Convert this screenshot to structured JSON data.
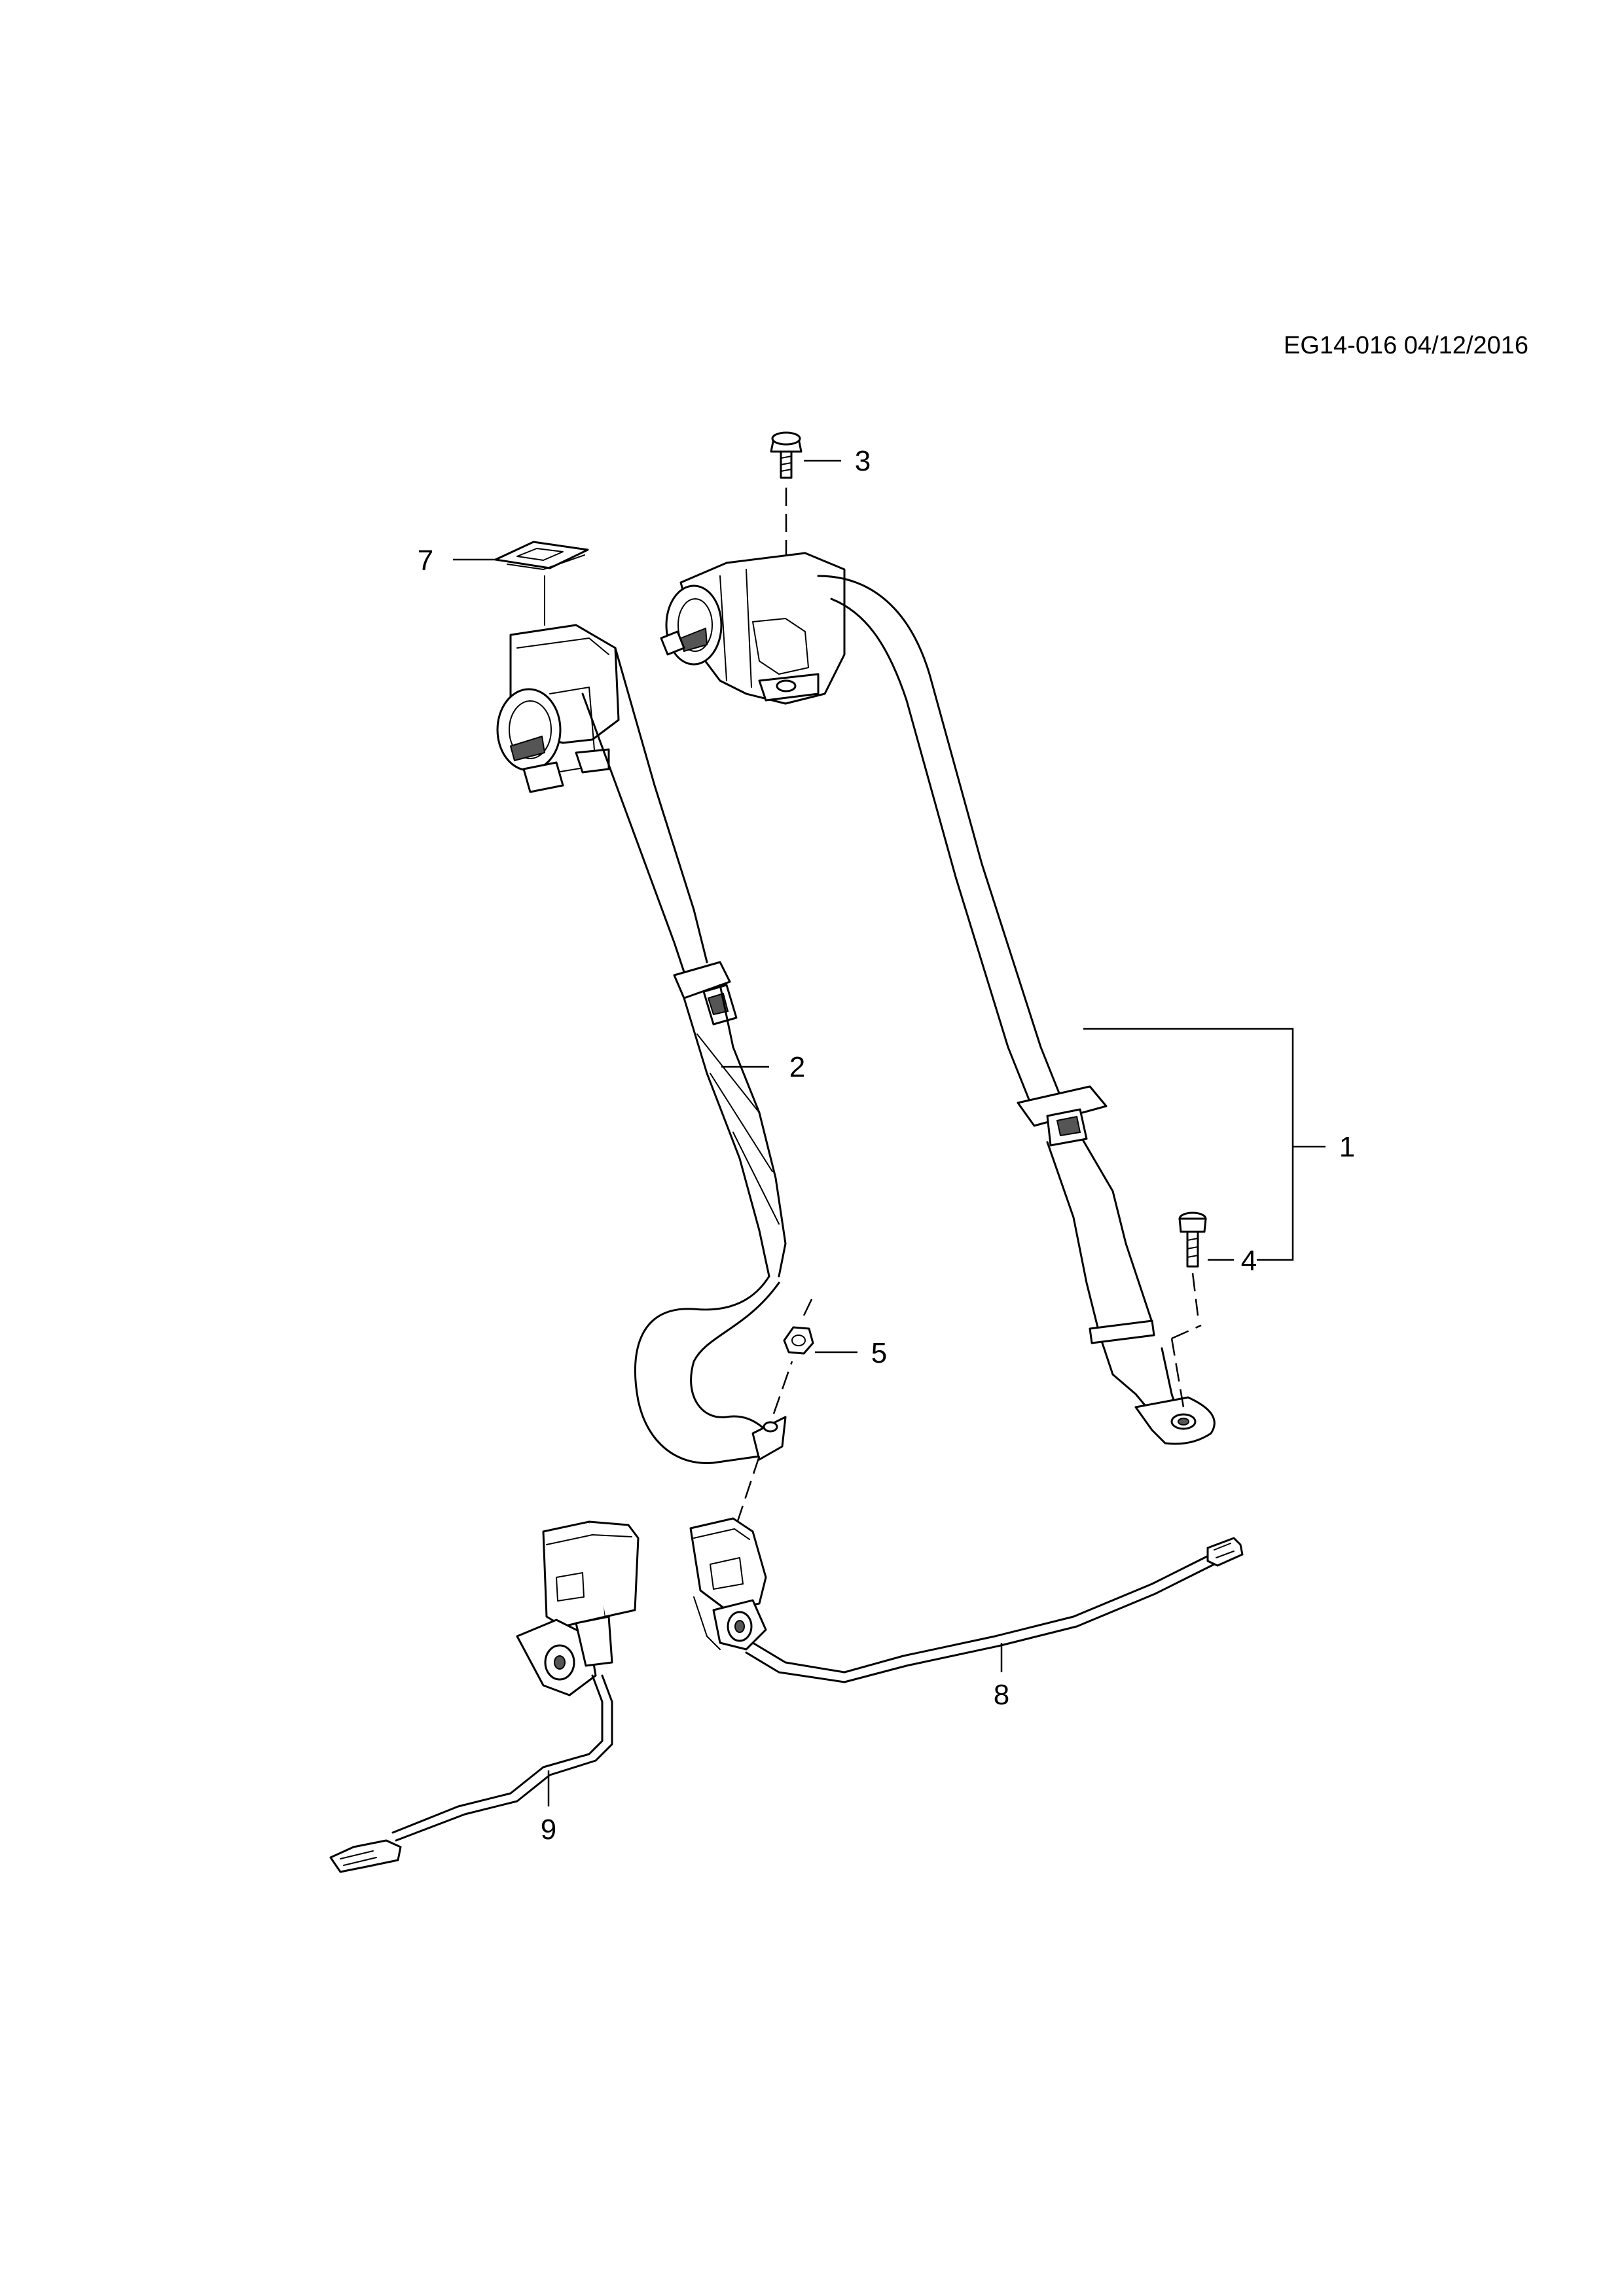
{
  "document": {
    "reference": "EG14-016 04/12/2016"
  },
  "callouts": [
    {
      "id": "1",
      "label": "1"
    },
    {
      "id": "2",
      "label": "2"
    },
    {
      "id": "3",
      "label": "3"
    },
    {
      "id": "4",
      "label": "4"
    },
    {
      "id": "5",
      "label": "5"
    },
    {
      "id": "7",
      "label": "7"
    },
    {
      "id": "8",
      "label": "8"
    },
    {
      "id": "9",
      "label": "9"
    }
  ]
}
